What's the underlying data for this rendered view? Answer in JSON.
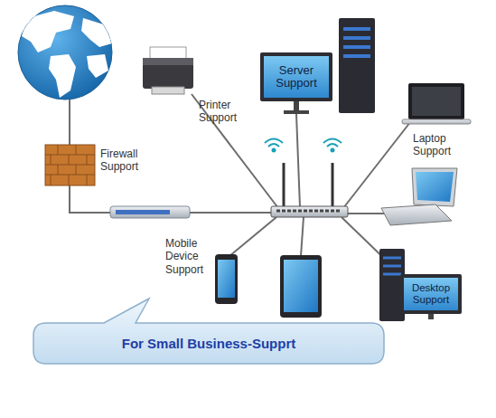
{
  "diagram": {
    "nodes": [
      {
        "text": [
          "Server Support"
        ]
      },
      {
        "text": [
          "Desktop Support"
        ]
      },
      {
        "text": [
          "For Small Business-Supprt"
        ]
      }
    ],
    "labels": [
      "Printer Support",
      "Laptop Support",
      "Firewall Support",
      "Mobile Device Support"
    ]
  }
}
